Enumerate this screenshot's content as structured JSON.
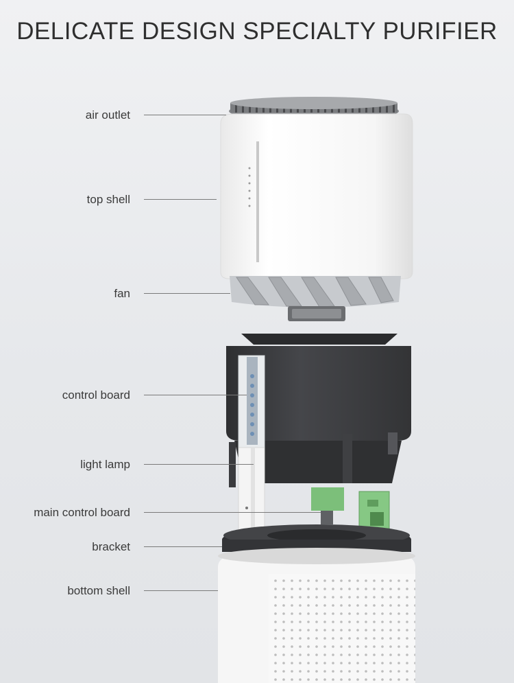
{
  "title": "DELICATE DESIGN SPECIALTY PURIFIER",
  "callouts": [
    {
      "id": "air-outlet",
      "text": "air outlet"
    },
    {
      "id": "top-shell",
      "text": "top shell"
    },
    {
      "id": "fan",
      "text": "fan"
    },
    {
      "id": "control-board",
      "text": "control board"
    },
    {
      "id": "light-lamp",
      "text": "light lamp"
    },
    {
      "id": "main-control-board",
      "text": "main control board"
    },
    {
      "id": "bracket",
      "text": "bracket"
    },
    {
      "id": "bottom-shell",
      "text": "bottom shell"
    }
  ],
  "colors": {
    "background": "#ebedf0",
    "shell_white": "#f7f7f7",
    "dark_housing": "#3c3d3f",
    "board_green": "#7cbf7a",
    "fan_grey": "#b9bcc0"
  }
}
